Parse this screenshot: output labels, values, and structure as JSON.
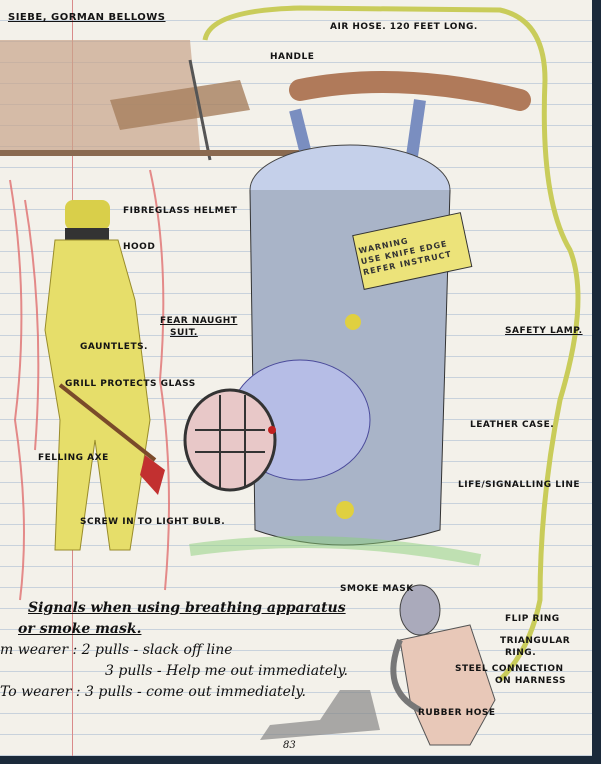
{
  "title": "SIEBE, GORMAN BELLOWS",
  "labels": {
    "air_hose": "AIR HOSE. 120 FEET LONG.",
    "handle": "HANDLE",
    "helmet": "FIBREGLASS HELMET",
    "hood": "HOOD",
    "suit_line1": "FEAR NAUGHT",
    "suit_line2": "SUIT.",
    "gauntlets": "GAUNTLETS.",
    "grill": "GRILL  PROTECTS GLASS",
    "safety_lamp": "SAFETY LAMP.",
    "leather_case": "LEATHER CASE.",
    "felling_axe": "FELLING AXE",
    "signalling_line": "LIFE/SIGNALLING LINE",
    "screw": "SCREW IN TO LIGHT BULB.",
    "smoke_mask": "SMOKE MASK",
    "flip_ring": "FLIP RING",
    "triangular_ring_1": "TRIANGULAR",
    "triangular_ring_2": "RING.",
    "steel_conn_1": "STEEL CONNECTION",
    "steel_conn_2": "ON HARNESS",
    "rubber_hose": "RUBBER HOSE"
  },
  "warning_sign": [
    "WARNING",
    "USE KNIFE EDGE",
    "REFER INSTRUCT"
  ],
  "notes": {
    "heading_1": "Signals when using breathing apparatus",
    "heading_2": "or smoke mask.",
    "line_1": "m wearer : 2 pulls - slack off line",
    "line_2": "3 pulls - Help me out immediately.",
    "line_3": "To wearer : 3 pulls - come out immediately."
  },
  "page_number": "83",
  "colors": {
    "paper": "#f3f1ea",
    "rule": "#b9c7d8",
    "margin": "#d98a8a",
    "suit": "#e6de6a",
    "lamp": "#9aa8d8",
    "hose": "#c9cc5a",
    "flames": "#e07070"
  }
}
